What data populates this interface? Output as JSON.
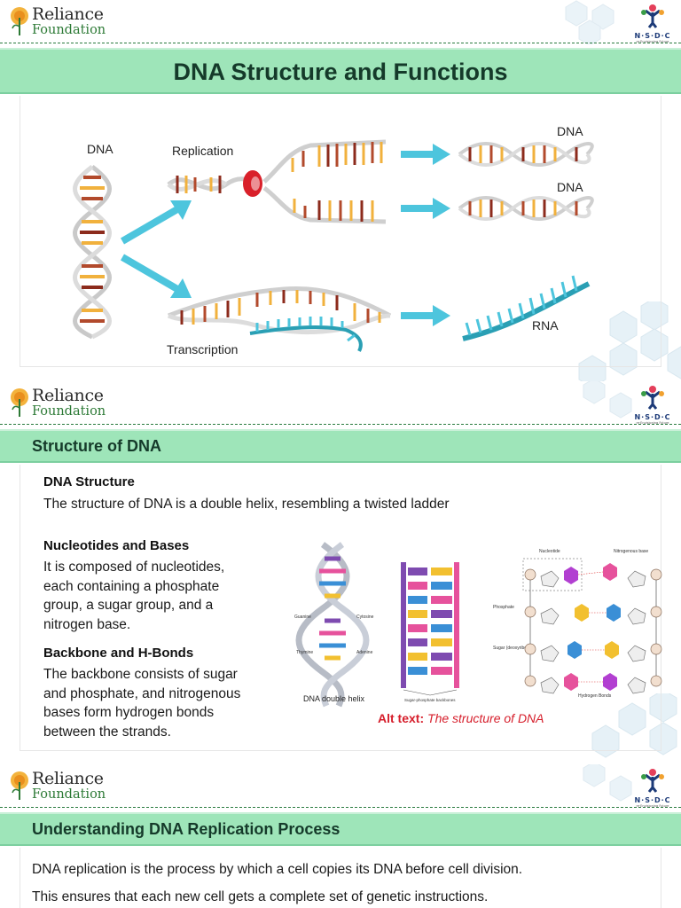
{
  "brand": {
    "reliance_line1": "Reliance",
    "reliance_line2": "Foundation",
    "nsdc_name": "N·S·D·C",
    "nsdc_tagline": "re·Envisioning Future"
  },
  "slide1": {
    "title": "DNA Structure and Functions",
    "diagram": {
      "dna_label": "DNA",
      "replication_label": "Replication",
      "dna_top_label": "DNA",
      "dna_mid_label": "DNA",
      "transcription_label": "Transcription",
      "rna_label": "RNA"
    }
  },
  "slide2": {
    "title": "Structure of DNA",
    "h1": "DNA Structure",
    "p1": "The structure of DNA is a double helix, resembling a twisted ladder",
    "h2": "Nucleotides and Bases",
    "p2_lines": [
      "It is composed of nucleotides,",
      "each containing a phosphate",
      "group, a sugar group, and a",
      "nitrogen base."
    ],
    "h3": "Backbone and H-Bonds",
    "p3_lines": [
      "The backbone consists of sugar",
      "and phosphate, and nitrogenous",
      "bases form hydrogen bonds",
      "between the strands."
    ],
    "figure": {
      "helix_caption": "DNA double helix",
      "guanine": "Guanine",
      "cytosine": "Cytosine",
      "thymine": "Thymine",
      "adenine": "Adenine",
      "backbones": "Sugar-phosphate backbones",
      "nucleotide": "Nucleotide",
      "nitrogenous_base": "Nitrogenous base",
      "phosphate": "Phosphate",
      "sugar": "Sugar (deoxyribose)",
      "hydrogen_bonds": "Hydrogen Bonds"
    },
    "alt_label": "Alt text:",
    "alt_value": "The structure of DNA"
  },
  "slide3": {
    "title": "Understanding DNA Replication Process",
    "p1": "DNA replication is the process by which a cell copies its DNA before cell division.",
    "p2": "This ensures that each new cell gets a complete set of genetic instructions."
  },
  "colors": {
    "banner": "#9ee5b9",
    "title_text": "#153a2a",
    "accent_red": "#d61e2b",
    "arrow_cyan": "#4dc5dd",
    "rna_teal": "#2a9fb4"
  }
}
